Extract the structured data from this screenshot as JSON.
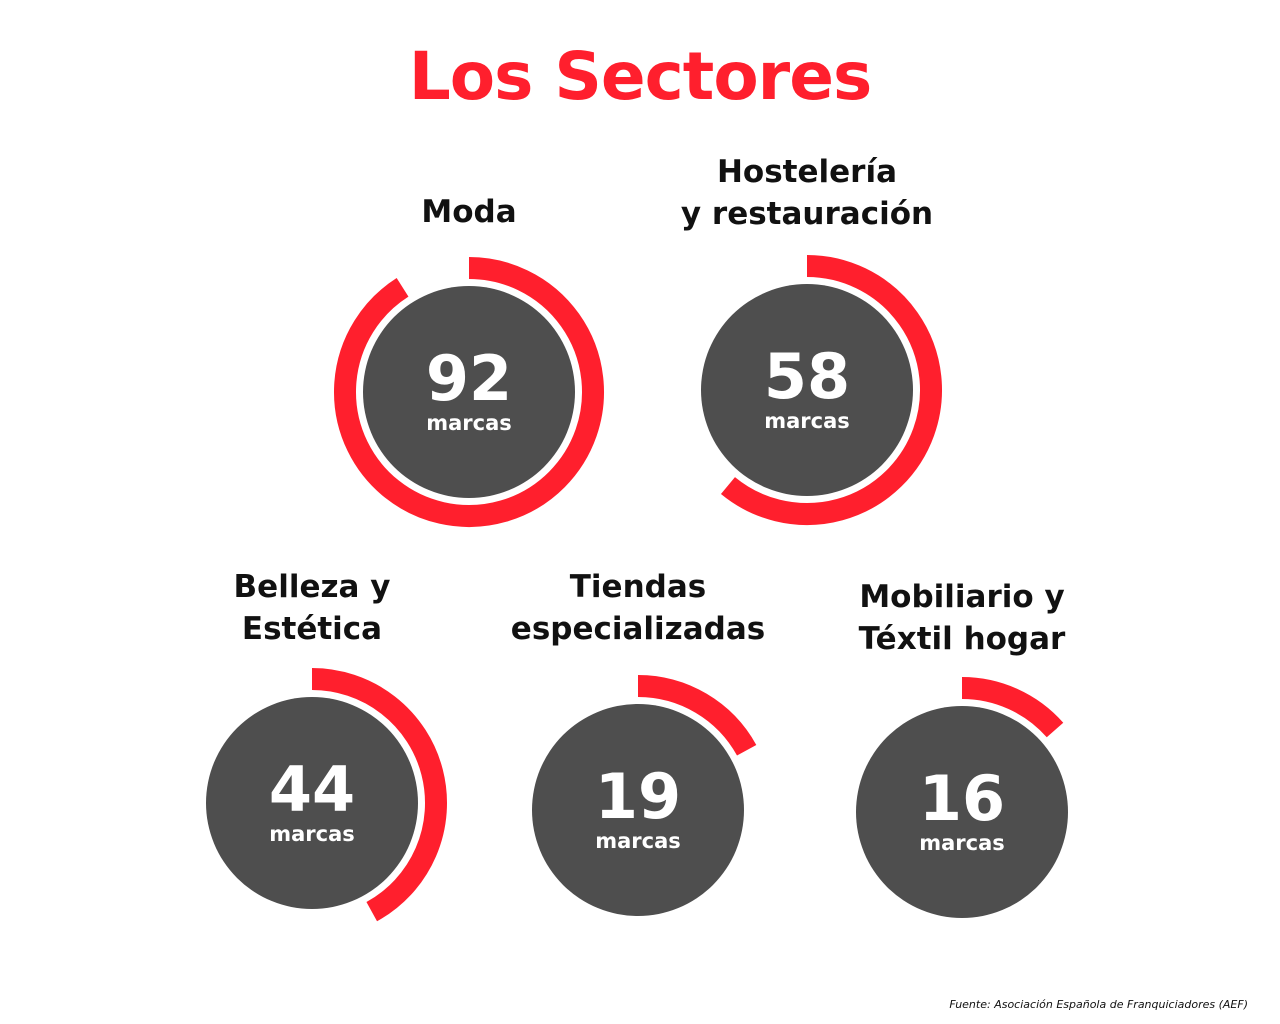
{
  "title": "Los Sectores",
  "colors": {
    "accent": "#ff1f2d",
    "circle": "#4e4e4e",
    "text": "#111111",
    "inner_text": "#ffffff"
  },
  "sectors": [
    {
      "label": "Moda",
      "value": "92",
      "unit": "marcas",
      "fraction": 0.91
    },
    {
      "label": "Hostelería\ny restauración",
      "value": "58",
      "unit": "marcas",
      "fraction": 0.61
    },
    {
      "label": "Belleza y\nEstética",
      "value": "44",
      "unit": "marcas",
      "fraction": 0.42
    },
    {
      "label": "Tiendas\nespecializadas",
      "value": "19",
      "unit": "marcas",
      "fraction": 0.17
    },
    {
      "label": "Mobiliario y\nTéxtil hogar",
      "value": "16",
      "unit": "marcas",
      "fraction": 0.135
    }
  ],
  "source": "Fuente: Asociación Española de Franquiciadores (AEF)",
  "chart_data": {
    "type": "bar",
    "title": "Los Sectores",
    "categories": [
      "Moda",
      "Hostelería y restauración",
      "Belleza y Estética",
      "Tiendas especializadas",
      "Mobiliario y Téxtil hogar"
    ],
    "values": [
      92,
      58,
      44,
      19,
      16
    ],
    "unit": "marcas",
    "representation": "radial progress rings (arc length proportional to value)",
    "xlabel": "",
    "ylabel": "marcas",
    "grid": false,
    "legend": "none",
    "source": "Fuente: Asociación Española de Franquiciadores (AEF)"
  }
}
